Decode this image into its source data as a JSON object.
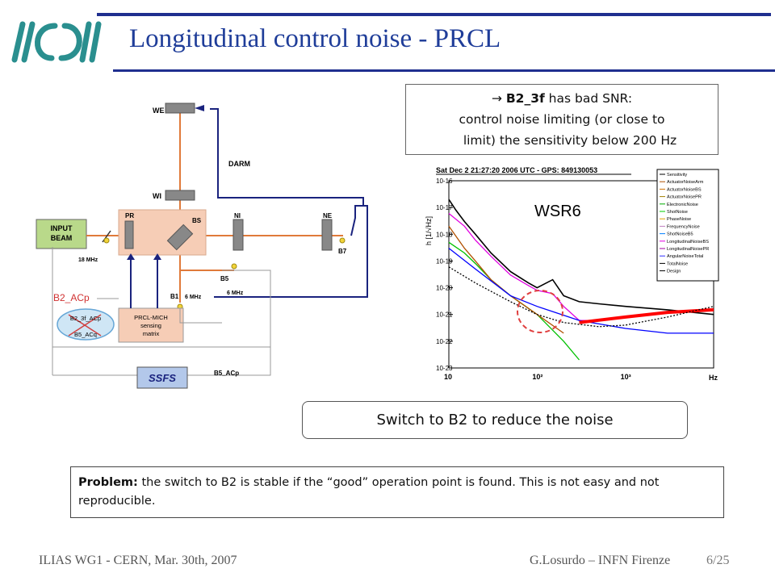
{
  "slide": {
    "title": "Longitudinal control noise - PRCL",
    "page": "6/25"
  },
  "footer": {
    "left": "ILIAS WG1 - CERN, Mar. 30th, 2007",
    "right": "G.Losurdo – INFN Firenze"
  },
  "diagram": {
    "labels": {
      "we": "WE",
      "wi": "WI",
      "darm": "DARM",
      "input_beam_1": "INPUT",
      "input_beam_2": "BEAM",
      "pr": "PR",
      "bs": "BS",
      "ni": "NI",
      "ne": "NE",
      "b7": "B7",
      "b5": "B5",
      "b1": "B1",
      "mod_18": "18 MHz",
      "mod_6a": "6 MHz",
      "mod_6b": "6 MHz",
      "b2_acp": "B2_ACp",
      "b2_3f_acp": "B2_3f_ACp",
      "b5_acq": "B5_ACq",
      "matrix_1": "PRCL-MICH",
      "matrix_2": "sensing",
      "matrix_3": "matrix",
      "ssfs": "SSFS",
      "b5_acp": "B5_ACp"
    }
  },
  "snr_note": {
    "arrow": "→",
    "line1_bold": "B2_3f",
    "line1_rest": " has bad SNR:",
    "line2": "control noise limiting (or close to",
    "line3": "limit) the sensitivity below 200 Hz"
  },
  "plot": {
    "header": "Sat Dec  2 21:27:20 2006 UTC - GPS: 849130053",
    "overlay_label": "WSR6",
    "ylabel": "h [1/√Hz]",
    "xlabel": "Hz",
    "yticks": [
      "10-16",
      "10-17",
      "10-18",
      "10-19",
      "10-20",
      "10-21",
      "10-22",
      "10-23"
    ],
    "xticks": [
      "10",
      "10²",
      "10³"
    ],
    "legend": [
      "Sensitivity",
      "ActuatorNoiseArm",
      "ActuatorNoiseBS",
      "ActuatorNoisePR",
      "ElectronicNoise",
      "ShotNoise",
      "PhaseNoise",
      "FrequencyNoise",
      "ShotNoiseB5",
      "LongitudinalNoiseBS",
      "LongitudinalNoisePR",
      "AngularNoiseTotal",
      "TotalNoise",
      "Design"
    ],
    "colors": {
      "sensitivity": "#000000",
      "longitudinal": "#e000e0",
      "angular": "#0000ff",
      "shot": "#00c000",
      "actuator": "#b05000",
      "design": "#000000",
      "frequency": "#ff0000"
    }
  },
  "chart_data": {
    "type": "line",
    "title": "Sat Dec  2 21:27:20 2006 UTC - GPS: 849130053",
    "xlabel": "Hz",
    "ylabel": "h [1/√Hz]",
    "xscale": "log",
    "yscale": "log",
    "xlim": [
      10,
      10000
    ],
    "ylim": [
      1e-23,
      1e-16
    ],
    "series": [
      {
        "name": "Sensitivity",
        "x": [
          10,
          12,
          15,
          20,
          30,
          50,
          80,
          100,
          150,
          200,
          300,
          500,
          1000,
          3000,
          10000
        ],
        "y": [
          2e-17,
          8e-18,
          3e-18,
          1e-18,
          2e-19,
          4e-20,
          1.5e-20,
          1e-20,
          2e-20,
          5e-21,
          3e-21,
          2.5e-21,
          2e-21,
          1.5e-21,
          1e-21
        ]
      },
      {
        "name": "LongitudinalNoisePR",
        "x": [
          10,
          15,
          20,
          30,
          50,
          80,
          100,
          150,
          200,
          300,
          500
        ],
        "y": [
          6e-18,
          2e-18,
          6e-19,
          1.5e-19,
          3e-20,
          1.2e-20,
          8e-21,
          6e-21,
          2e-21,
          6e-22,
          6e-22
        ]
      },
      {
        "name": "ShotNoise",
        "x": [
          10,
          15,
          20,
          30,
          50,
          100,
          200,
          300
        ],
        "y": [
          5e-19,
          2e-19,
          8e-20,
          2e-20,
          5e-21,
          1e-21,
          1e-22,
          2e-23
        ]
      },
      {
        "name": "ActuatorNoiseBS",
        "x": [
          10,
          15,
          20,
          30,
          50,
          100,
          200
        ],
        "y": [
          2e-18,
          3e-19,
          1e-19,
          2e-20,
          5e-21,
          1e-21,
          2e-22
        ]
      },
      {
        "name": "AngularNoiseTotal",
        "x": [
          10,
          20,
          50,
          100,
          300,
          1000,
          3000,
          10000
        ],
        "y": [
          3e-19,
          5e-20,
          5e-21,
          2e-21,
          6e-22,
          3e-22,
          2e-22,
          2e-22
        ]
      },
      {
        "name": "FrequencyNoise",
        "x": [
          300,
          1000,
          3000,
          10000
        ],
        "y": [
          5e-22,
          8e-22,
          1.2e-21,
          1.5e-21
        ]
      },
      {
        "name": "Design",
        "x": [
          10,
          20,
          50,
          100,
          200,
          500,
          1000,
          3000,
          10000
        ],
        "y": [
          6e-20,
          1.5e-20,
          3e-21,
          1e-21,
          5e-22,
          3.5e-22,
          4e-22,
          8e-22,
          2e-21
        ]
      }
    ]
  }
}
